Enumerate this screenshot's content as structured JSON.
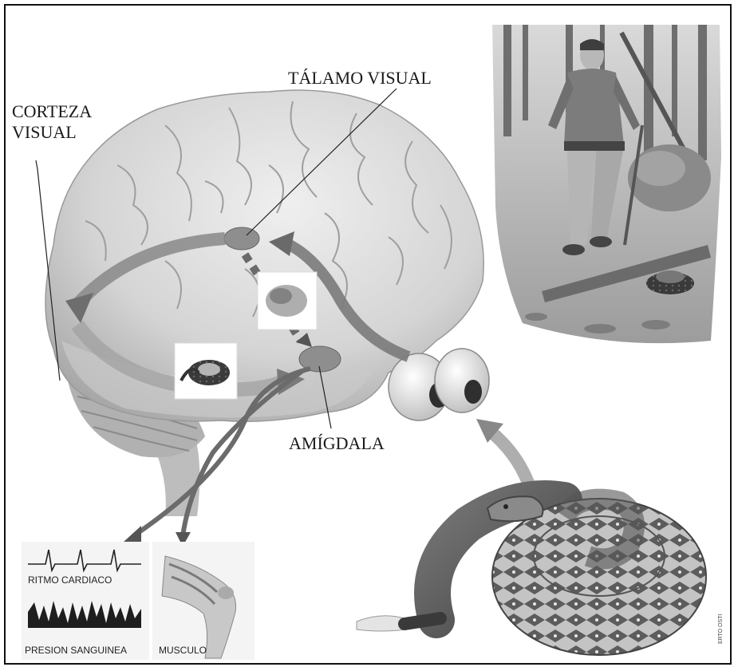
{
  "labels": {
    "thalamus": "TÁLAMO VISUAL",
    "cortex_line1": "CORTEZA",
    "cortex_line2": "VISUAL",
    "amygdala": "AMÍGDALA",
    "heart_rate": "RITMO CARDIACO",
    "blood_pressure": "PRESION SANGUINEA",
    "muscle": "MUSCULO",
    "credit": "ERTO OSTI"
  },
  "colors": {
    "brain": "#dcdcdc",
    "brain_shadow": "#a9a9a9",
    "nucleus": "#8e8e8e",
    "arrow": "#707070",
    "background": "#ffffff"
  }
}
